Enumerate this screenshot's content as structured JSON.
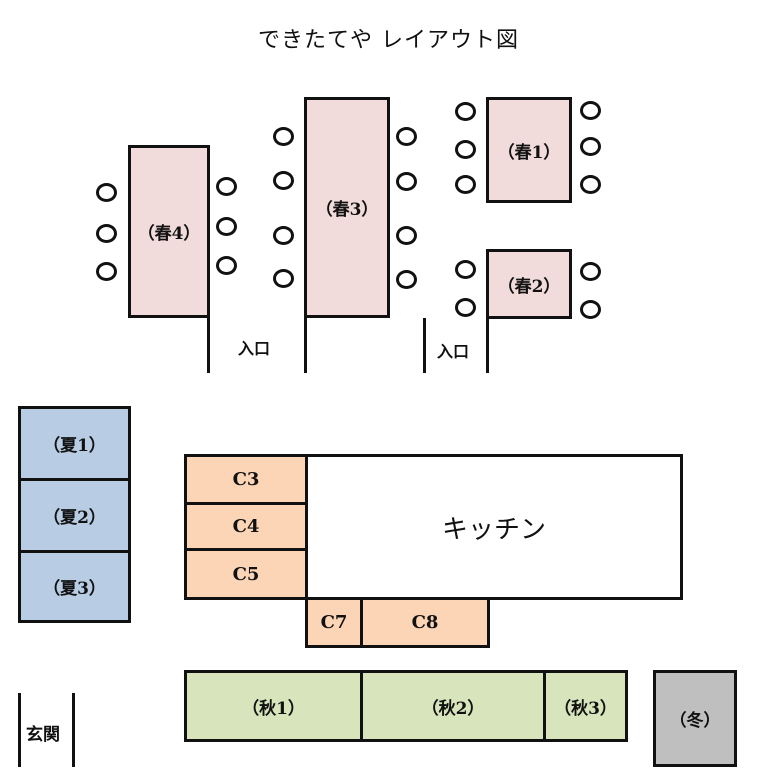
{
  "title": "できたてや レイアウト図",
  "tables": {
    "spring": {
      "haru1": "（春1）",
      "haru2": "（春2）",
      "haru3": "（春3）",
      "haru4": "（春4）"
    },
    "summer": {
      "natsu1": "（夏1）",
      "natsu2": "（夏2）",
      "natsu3": "（夏3）"
    },
    "counter": {
      "c3": "C3",
      "c4": "C4",
      "c5": "C5",
      "c7": "C7",
      "c8": "C8"
    },
    "autumn": {
      "aki1": "（秋1）",
      "aki2": "（秋2）",
      "aki3": "（秋3）"
    },
    "winter": {
      "fuyu": "（冬）"
    }
  },
  "kitchen": "キッチン",
  "entrances": {
    "left": "入口",
    "right": "入口",
    "main": "玄関"
  },
  "colors": {
    "spring": "#f2dcdb",
    "summer": "#b8cce4",
    "counter": "#fbd5b5",
    "autumn": "#d7e4bc",
    "winter": "#bfbfbf"
  }
}
